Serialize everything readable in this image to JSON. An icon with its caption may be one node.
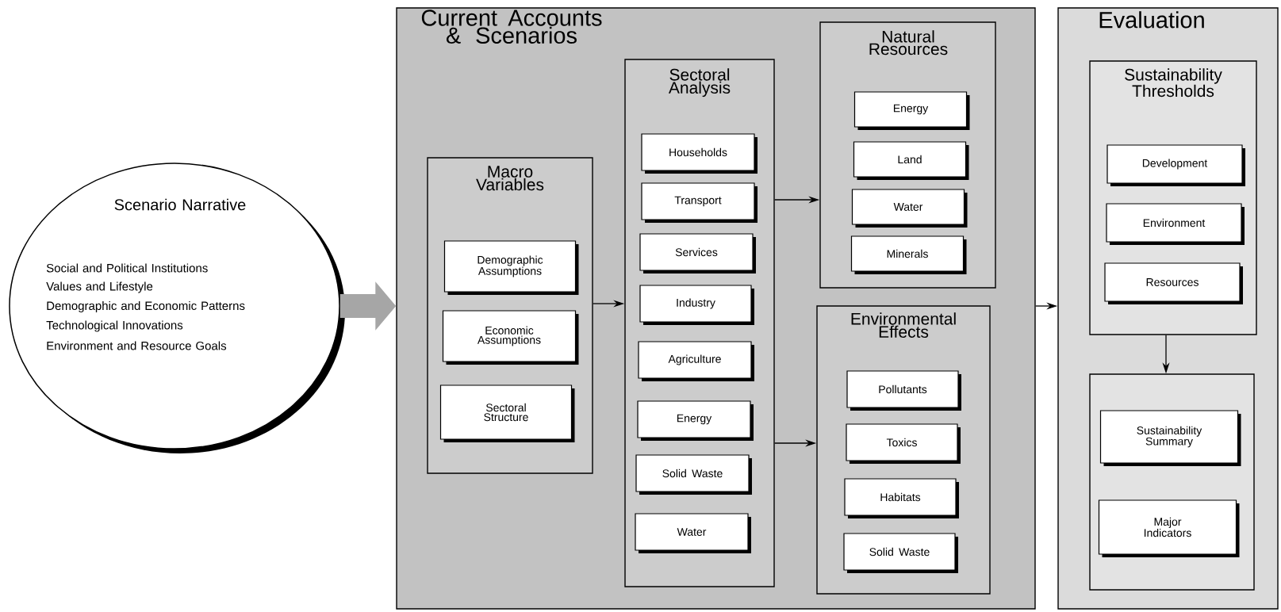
{
  "diagram": {
    "nodes": [
      {
        "text": [
          "Scenario Narrative",
          "Social and Political Institutions",
          "Values and Lifestyle",
          "Demographic and Economic Patterns",
          "Technological Innovations",
          "Environment and Resource Goals"
        ]
      },
      {
        "text": [
          "Current Accounts & Scenarios"
        ]
      },
      {
        "text": [
          "Macro Variables"
        ],
        "in": 1
      },
      {
        "text": [
          "Demographic Assumptions"
        ],
        "in": 2
      },
      {
        "text": [
          "Economic Assumptions"
        ],
        "in": 2
      },
      {
        "text": [
          "Sectoral Structure"
        ],
        "in": 2
      },
      {
        "text": [
          "Sectoral Analysis"
        ],
        "in": 1
      },
      {
        "text": [
          "Households"
        ],
        "in": 6
      },
      {
        "text": [
          "Transport"
        ],
        "in": 6
      },
      {
        "text": [
          "Services"
        ],
        "in": 6
      },
      {
        "text": [
          "Industry"
        ],
        "in": 6
      },
      {
        "text": [
          "Agriculture"
        ],
        "in": 6
      },
      {
        "text": [
          "Energy"
        ],
        "in": 6
      },
      {
        "text": [
          "Solid Waste"
        ],
        "in": 6
      },
      {
        "text": [
          "Water"
        ],
        "in": 6
      },
      {
        "text": [
          "Natural Resources"
        ],
        "in": 1
      },
      {
        "text": [
          "Energy"
        ],
        "in": 15
      },
      {
        "text": [
          "Land"
        ],
        "in": 15
      },
      {
        "text": [
          "Water"
        ],
        "in": 15
      },
      {
        "text": [
          "Minerals"
        ],
        "in": 15
      },
      {
        "text": [
          "Environmental Effects"
        ],
        "in": 1
      },
      {
        "text": [
          "Pollutants"
        ],
        "in": 20
      },
      {
        "text": [
          "Toxics"
        ],
        "in": 20
      },
      {
        "text": [
          "Habitats"
        ],
        "in": 20
      },
      {
        "text": [
          "Solid Waste"
        ],
        "in": 20
      },
      {
        "text": [
          "Evaluation"
        ]
      },
      {
        "text": [
          "Sustainability Thresholds"
        ],
        "in": 25
      },
      {
        "text": [
          "Development"
        ],
        "in": 26
      },
      {
        "text": [
          "Environment"
        ],
        "in": 26
      },
      {
        "text": [
          "Resources"
        ],
        "in": 26
      },
      {
        "text": [],
        "shape": "box",
        "in": 25
      },
      {
        "text": [
          "Sustainability Summary"
        ],
        "in": 30
      },
      {
        "text": [
          "Major Indicators"
        ],
        "in": 30
      }
    ],
    "edges": [
      {
        "from": 0,
        "to": 1,
        "arrow": "to",
        "style": "thick",
        "color": "#a6a6a6"
      },
      {
        "from": 2,
        "to": 6,
        "arrow": "to"
      },
      {
        "from": 6,
        "to": 15,
        "arrow": "to"
      },
      {
        "from": 6,
        "to": 20,
        "arrow": "to"
      },
      {
        "from": 1,
        "to": 25,
        "arrow": "to"
      },
      {
        "from": 26,
        "to": 30,
        "arrow": "to"
      }
    ]
  }
}
